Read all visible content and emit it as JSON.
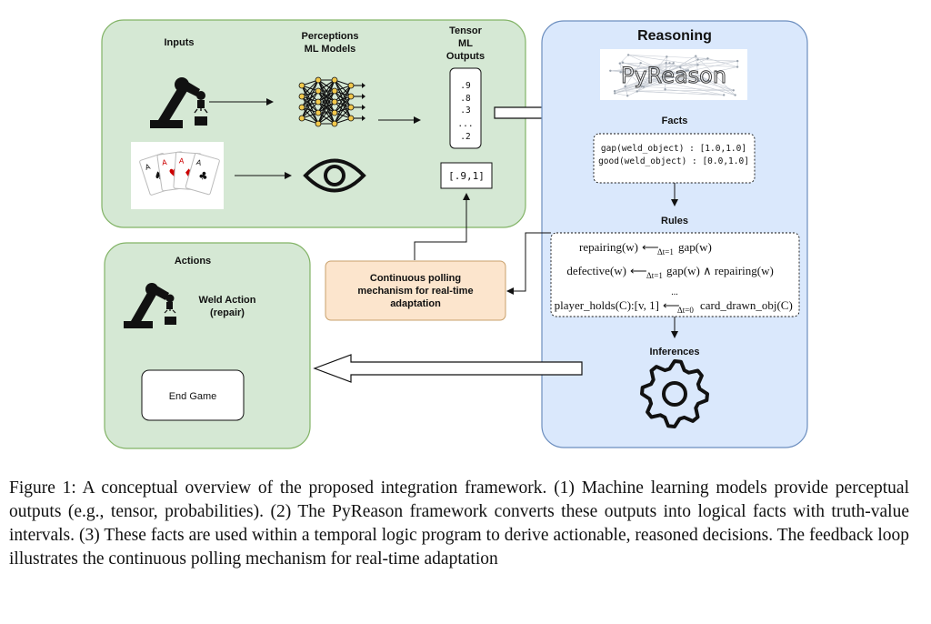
{
  "inputs_panel": {
    "inputs_label": "Inputs",
    "perceptions_label_1": "Perceptions",
    "perceptions_label_2": "ML Models",
    "tensor_label_1": "Tensor",
    "tensor_label_2": "ML",
    "tensor_label_3": "Outputs",
    "tensor_values": [
      ".9",
      ".8",
      ".3",
      "...",
      ".2"
    ],
    "interval_value": "[.9,1]"
  },
  "reasoning_panel": {
    "title": "Reasoning",
    "logo_text": "PyReason",
    "facts_label": "Facts",
    "facts": [
      "gap(weld_object) : [1.0,1.0]",
      "good(weld_object) : [0.0,1.0]"
    ],
    "rules_label": "Rules",
    "rules": [
      {
        "head": "repairing(w)",
        "sub": "Δt=1",
        "body": "gap(w)"
      },
      {
        "head": "defective(w)",
        "sub": "Δt=1",
        "body": "gap(w) ∧ repairing(w)"
      },
      {
        "head": "...",
        "sub": "",
        "body": ""
      },
      {
        "head": "player_holds(C):[v, 1]",
        "sub": "Δt=0",
        "body": "card_drawn_obj(C)"
      }
    ],
    "inferences_label": "Inferences"
  },
  "polling_box": {
    "line1": "Continuous polling",
    "line2": "mechanism for real-time",
    "line3": "adaptation"
  },
  "actions_panel": {
    "title": "Actions",
    "weld_line1": "Weld Action",
    "weld_line2": "(repair)",
    "end_game": "End Game"
  },
  "caption": "Figure 1: A conceptual overview of the proposed integration framework. (1) Machine learning models provide perceptual outputs (e.g., tensor, probabilities). (2) The PyReason framework converts these outputs into logical facts with truth-value intervals. (3) These facts are used within a temporal logic program to derive actionable, reasoned decisions. The feedback loop illustrates the continuous polling mechanism for real-time adaptation",
  "colors": {
    "green_panel": "#d5e8d4",
    "green_border": "#82b366",
    "blue_panel": "#dae8fc",
    "blue_border": "#6c8ebf",
    "orange_box": "#fce5cd",
    "orange_border": "#c9a06b"
  }
}
